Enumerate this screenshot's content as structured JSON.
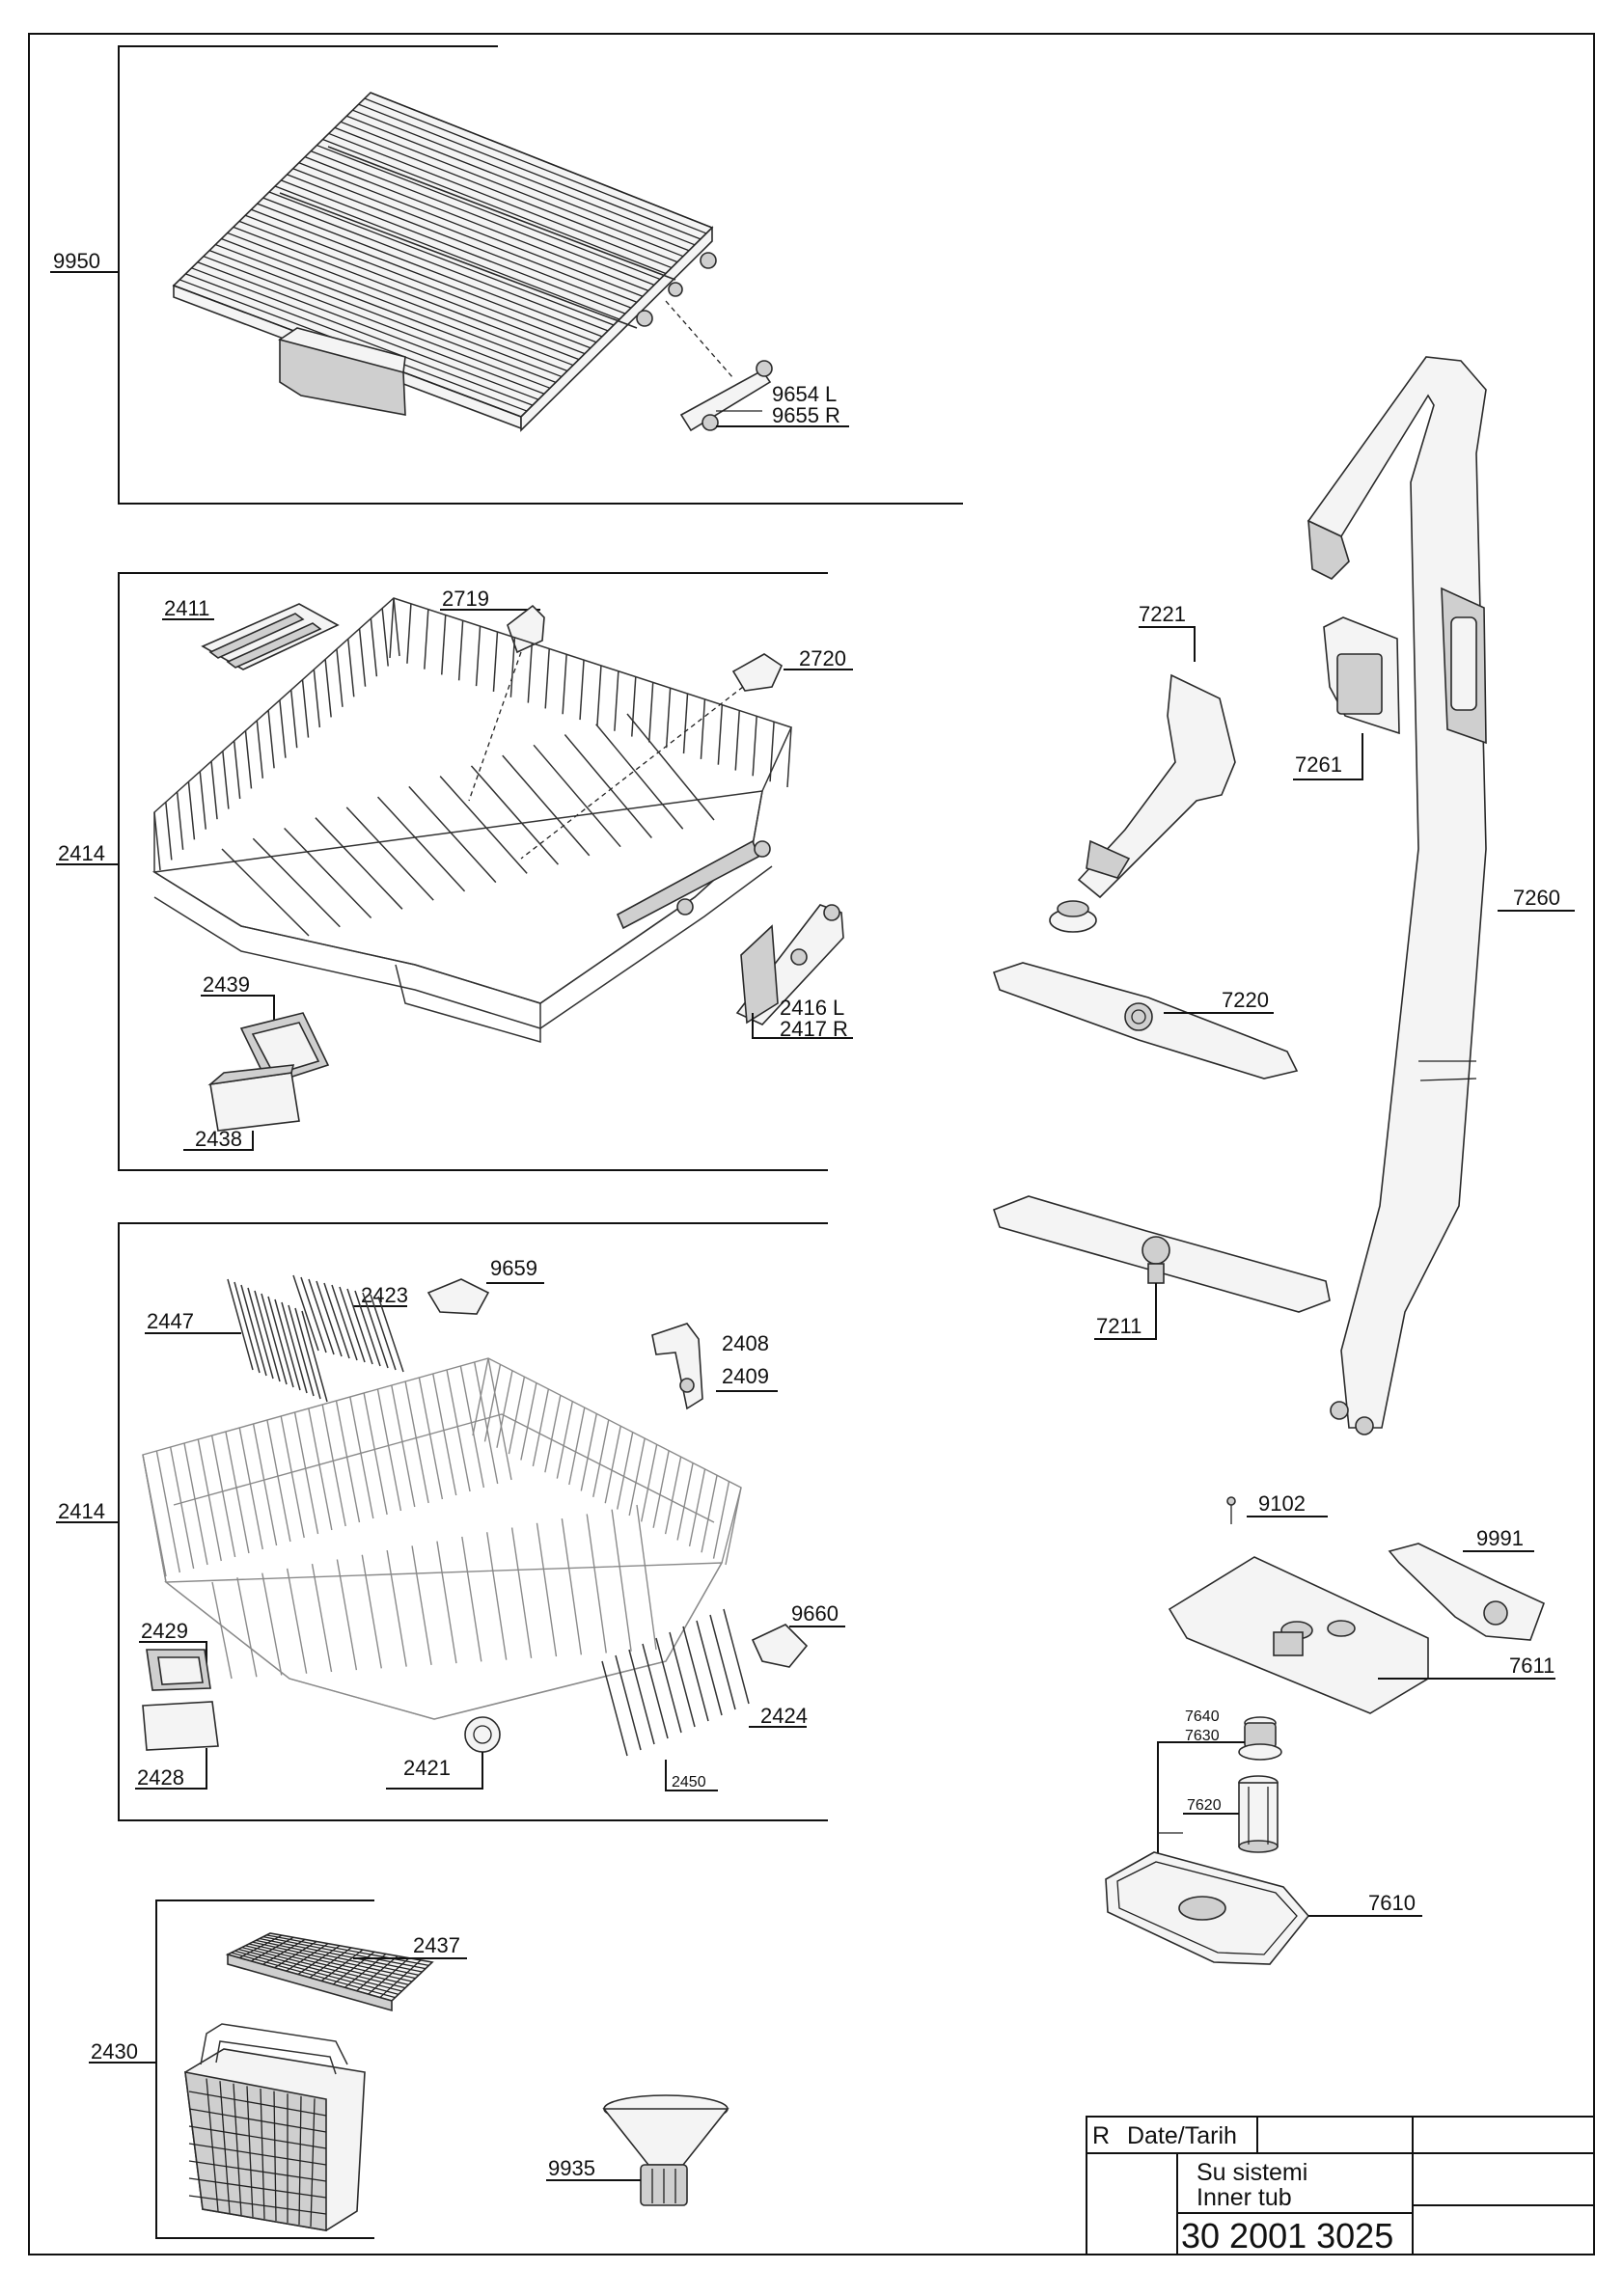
{
  "labels": {
    "l9950": "9950",
    "l9654": "9654 L",
    "l9655": "9655 R",
    "l2411": "2411",
    "l2719": "2719",
    "l2720": "2720",
    "l2414a": "2414",
    "l2416": "2416 L",
    "l2417": "2417 R",
    "l2439": "2439",
    "l2438": "2438",
    "l9659": "9659",
    "l2447": "2447",
    "l2423": "2423",
    "l2408": "2408",
    "l2409": "2409",
    "l2414b": "2414",
    "l9660": "9660",
    "l2429": "2429",
    "l2428": "2428",
    "l2421": "2421",
    "l2424": "2424",
    "l2450": "2450",
    "l2437": "2437",
    "l2430": "2430",
    "l9935": "9935",
    "l7221": "7221",
    "l7261": "7261",
    "l7260": "7260",
    "l7220": "7220",
    "l7211": "7211",
    "l9102": "9102",
    "l9991": "9991",
    "l7611": "7611",
    "l7640": "7640",
    "l7630": "7630",
    "l7620": "7620",
    "l7610": "7610"
  },
  "title_block": {
    "rev": "R",
    "date_label": "Date/Tarih",
    "name_tr": "Su sistemi",
    "name_en": "Inner tub",
    "part_number": "30 2001 3025"
  }
}
